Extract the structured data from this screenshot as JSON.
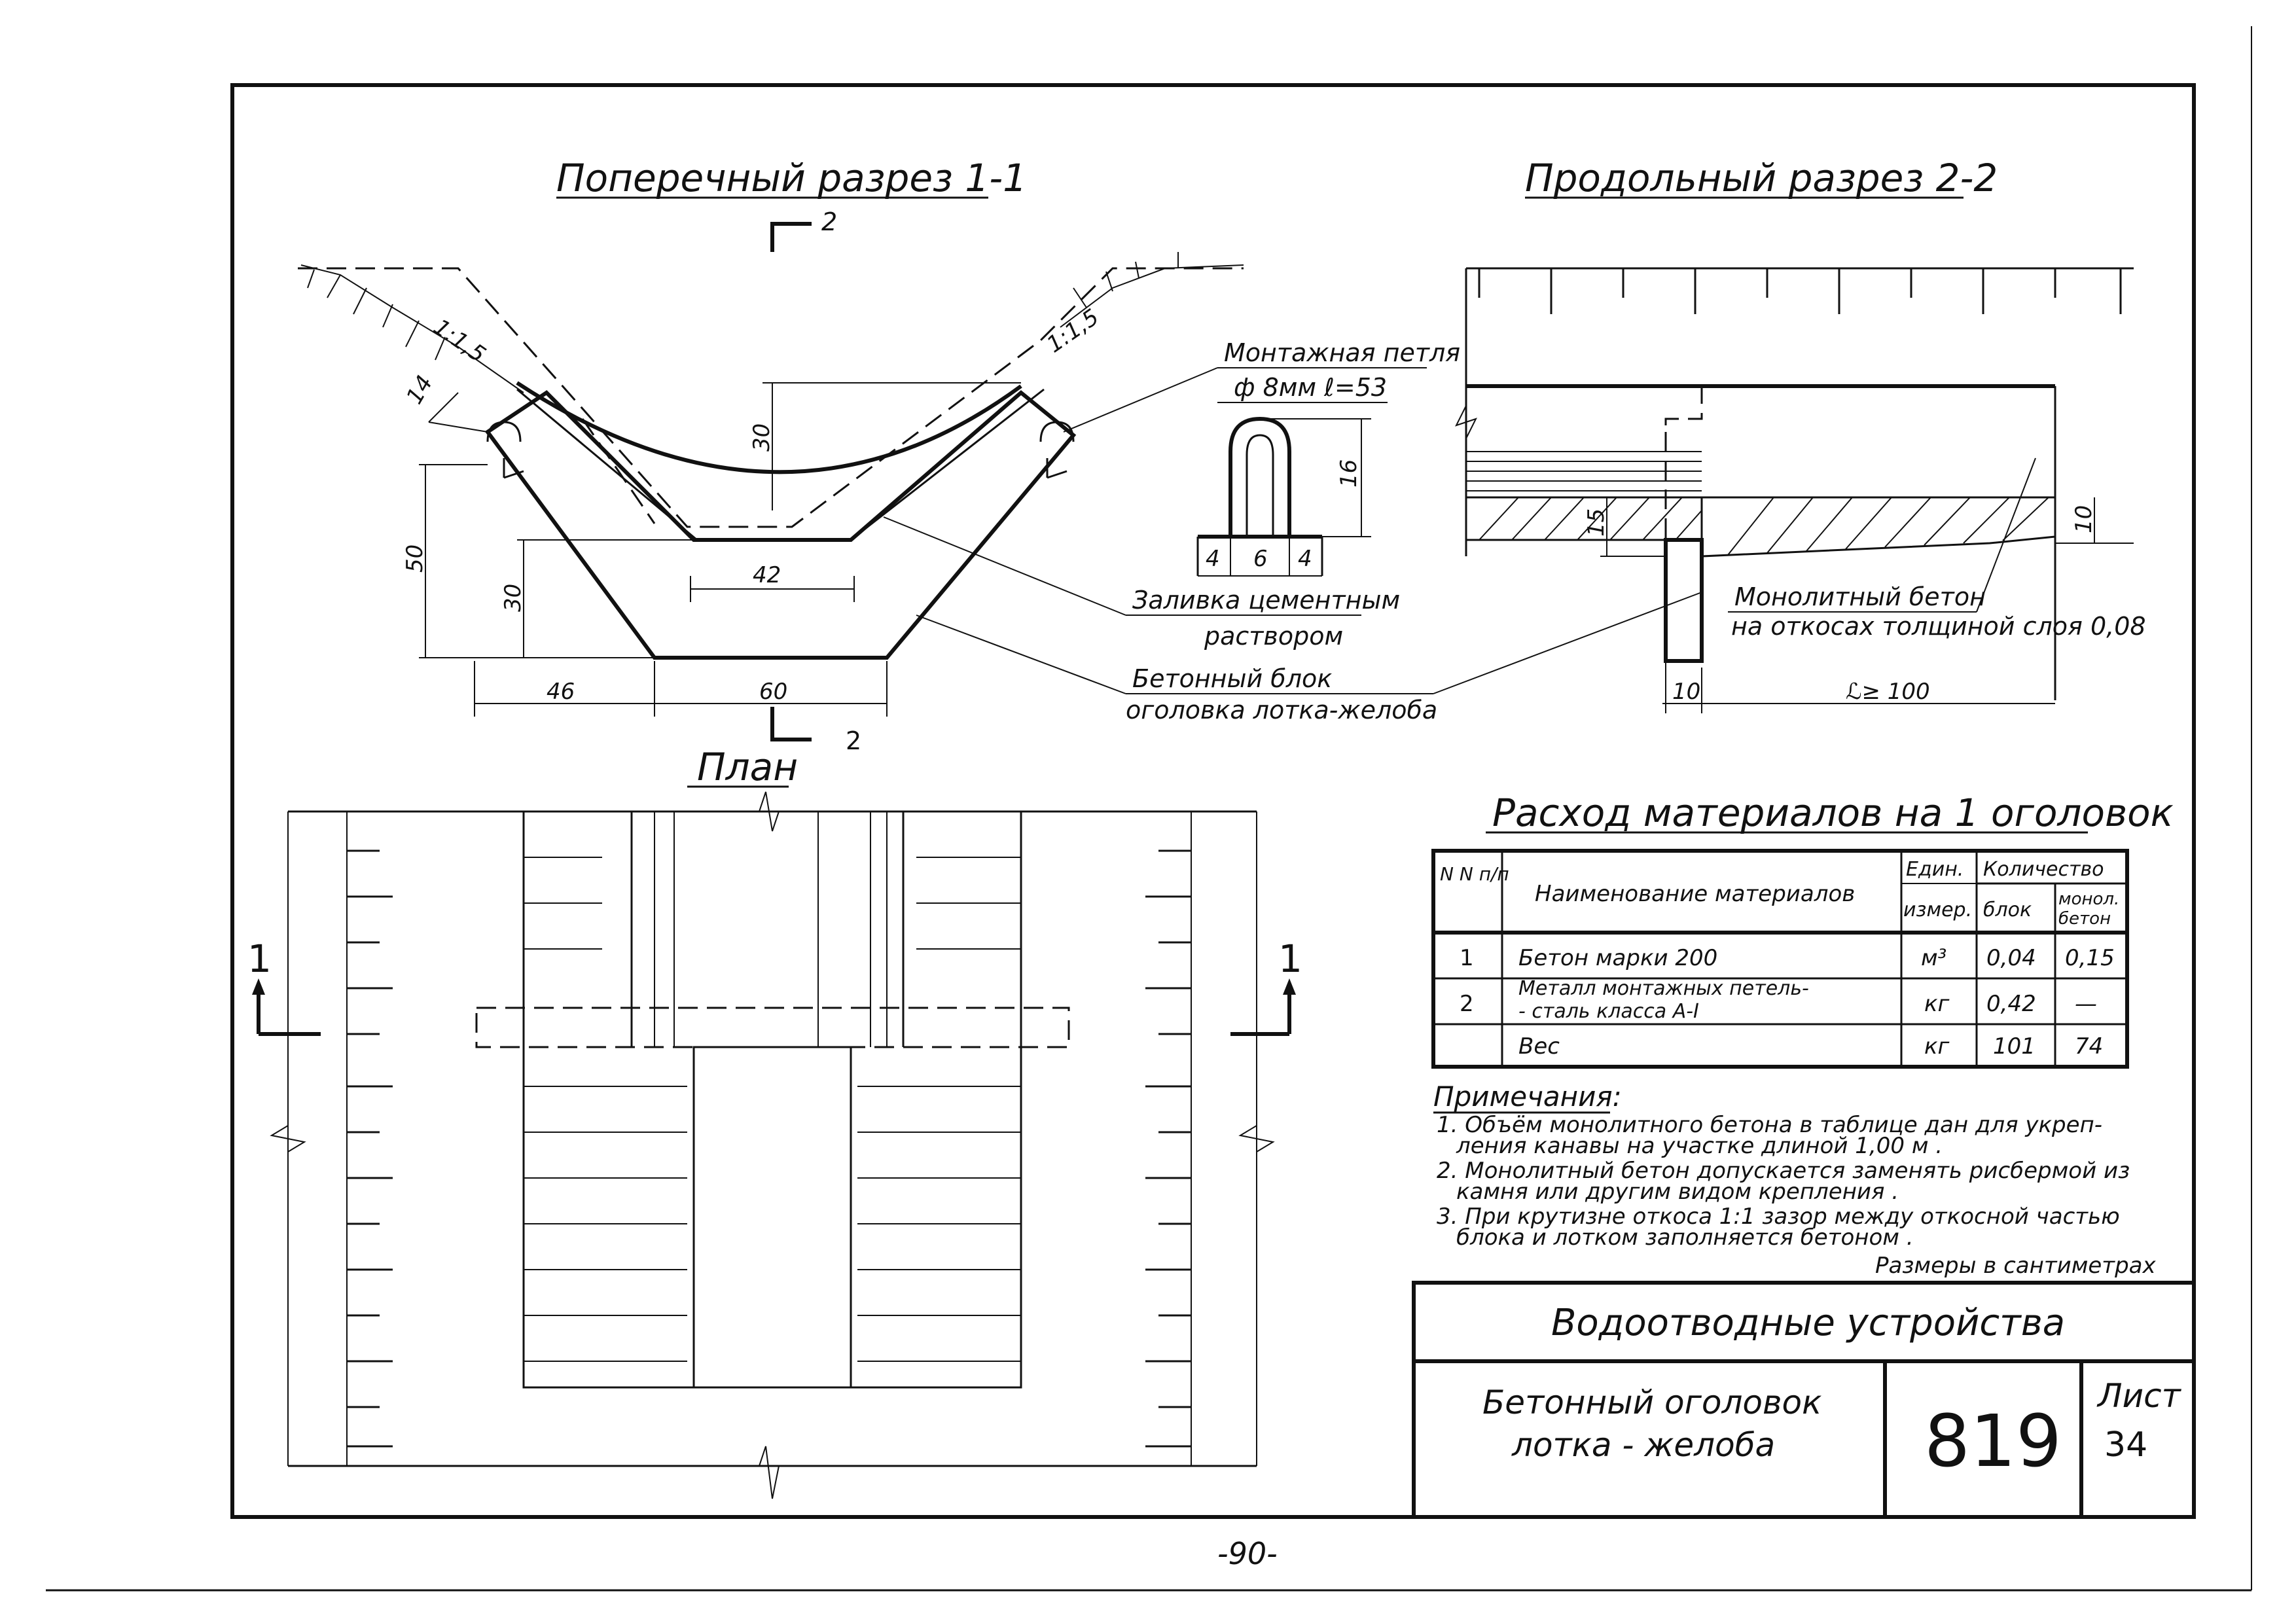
{
  "section_1": {
    "title": "Поперечный разрез 1-1",
    "cut_mark_top": "2",
    "cut_mark_bottom": "2",
    "slope_left": "1:1,5",
    "slope_right": "1:1,5",
    "loop_label_1": "Монтажная петля",
    "loop_label_2": "ф 8мм  ℓ=53",
    "loop_dims": [
      "4",
      "6",
      "4",
      "16"
    ],
    "dims": [
      "14",
      "30",
      "50",
      "30",
      "42",
      "46",
      "60"
    ],
    "callout_mortar_1": "Заливка  цементным",
    "callout_mortar_2": "раствором",
    "callout_block_1": "Бетонный  блок",
    "callout_block_2": "оголовка  лотка-желоба"
  },
  "section_2": {
    "title": "Продольный разрез 2-2",
    "dims": [
      "15",
      "10",
      "10",
      "ℒ≥ 100"
    ],
    "callout_1": "Монолитный бетон",
    "callout_2": "на откосах толщиной слоя 0,08"
  },
  "plan": {
    "title": "План",
    "cut_left": "1",
    "cut_right": "1"
  },
  "materials": {
    "title": "Расход материалов на 1 оголовок",
    "headers": {
      "nn": "N N п/п",
      "name": "Наименование материалов",
      "unit_1": "Един.",
      "unit_2": "измер.",
      "qty": "Количество",
      "block": "блок",
      "mono_1": "монол.",
      "mono_2": "бетон"
    },
    "rows": [
      {
        "n": "1",
        "name_1": "Бетон марки 200",
        "name_2": "",
        "unit": "м³",
        "block": "0,04",
        "mono": "0,15"
      },
      {
        "n": "2",
        "name_1": "Металл монтажных петель-",
        "name_2": "- сталь класса А-I",
        "unit": "кг",
        "block": "0,42",
        "mono": "—"
      },
      {
        "n": "",
        "name_1": "Вес",
        "name_2": "",
        "unit": "кг",
        "block": "101",
        "mono": "74"
      }
    ]
  },
  "notes": {
    "heading": "Примечания:",
    "lines": [
      "1. Объём монолитного бетона в таблице дан для укреп-",
      "ления канавы на участке длиной 1,00 м .",
      "2. Монолитный бетон допускается заменять рисбермой из",
      "камня или другим видом крепления .",
      "3. При крутизне откоса 1:1 зазор между откосной частью",
      "блока и лотком заполняется бетоном ."
    ],
    "units": "Размеры в сантиметрах"
  },
  "title_block": {
    "project": "Водоотводные  устройства",
    "sheet_title_1": "Бетонный  оголовок",
    "sheet_title_2": "лотка - желоба",
    "number": "819",
    "sheet_label": "Лист",
    "sheet_number": "34"
  },
  "page_number": "-90-"
}
